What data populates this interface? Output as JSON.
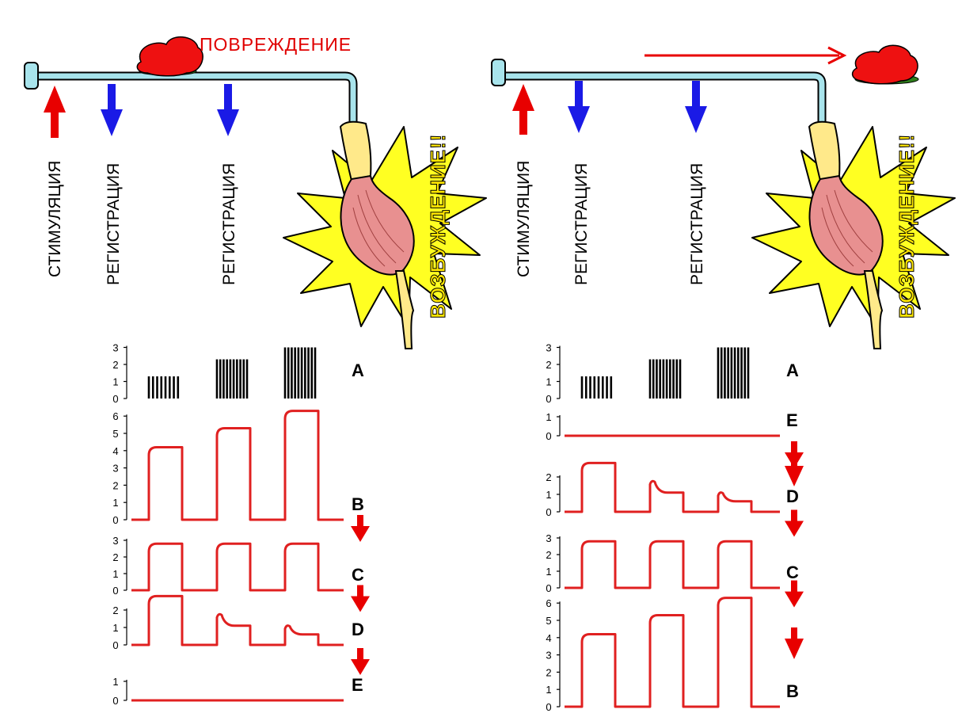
{
  "labels": {
    "stimulation": "СТИМУЛЯЦИЯ",
    "registration": "РЕГИСТРАЦИЯ",
    "damage": "ПОВРЕЖДЕНИЕ",
    "excitation": "ВОЗБУЖДЕНИЕ!!"
  },
  "colors": {
    "nerve": "#a8e4ec",
    "stim_arrow": "#e80000",
    "reg_arrow": "#1a1ae6",
    "trace": "#e02020",
    "damage_blob": "#ee1111",
    "star": "#ffff22",
    "muscle": "#e89090",
    "tendon": "#ffe98a"
  },
  "left_panel": {
    "damage_label_visible": true,
    "traces": [
      {
        "letter": "A",
        "type": "stimulus",
        "ticks": [
          "0",
          "1",
          "2",
          "3"
        ],
        "levels": [
          1.3,
          2.3,
          3.0
        ]
      },
      {
        "letter": "B",
        "type": "plateau",
        "ticks": [
          "0",
          "1",
          "2",
          "3",
          "4",
          "5",
          "6"
        ],
        "levels": [
          4.2,
          5.3,
          6.3
        ]
      },
      {
        "letter": "C",
        "type": "plateau",
        "ticks": [
          "0",
          "1",
          "2",
          "3"
        ],
        "levels": [
          2.8,
          2.8,
          2.8
        ]
      },
      {
        "letter": "D",
        "type": "decay",
        "ticks": [
          "0",
          "1",
          "2"
        ],
        "levels": [
          2.8,
          1.1,
          0.6
        ]
      },
      {
        "letter": "E",
        "type": "flat",
        "ticks": [
          "0",
          "1"
        ],
        "levels": [
          0
        ]
      }
    ]
  },
  "right_panel": {
    "damage_label_visible": false,
    "traces": [
      {
        "letter": "A",
        "type": "stimulus",
        "ticks": [
          "0",
          "1",
          "2",
          "3"
        ],
        "levels": [
          1.3,
          2.3,
          3.0
        ]
      },
      {
        "letter": "E",
        "type": "flat",
        "ticks": [
          "0",
          "1"
        ],
        "levels": [
          0
        ]
      },
      {
        "letter": "D",
        "type": "decay",
        "ticks": [
          "0",
          "1",
          "2"
        ],
        "levels": [
          2.8,
          1.1,
          0.6
        ]
      },
      {
        "letter": "C",
        "type": "plateau",
        "ticks": [
          "0",
          "1",
          "2",
          "3"
        ],
        "levels": [
          2.8,
          2.8,
          2.8
        ]
      },
      {
        "letter": "B",
        "type": "plateau",
        "ticks": [
          "0",
          "1",
          "2",
          "3",
          "4",
          "5",
          "6"
        ],
        "levels": [
          4.2,
          5.3,
          6.3
        ]
      }
    ]
  }
}
